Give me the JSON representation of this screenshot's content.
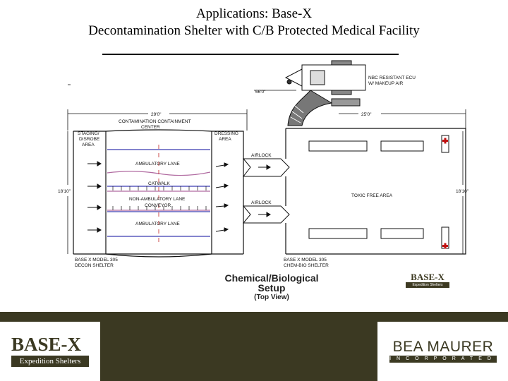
{
  "title": {
    "line1": "Applications: Base-X",
    "line2": "Decontamination Shelter with C/B Protected Medical Facility"
  },
  "diagram": {
    "ecu_label_1": "NBC RESISTANT ECU",
    "ecu_label_2": "W/ MAKEUP AIR",
    "dim_ecu": "66'0\"",
    "dim_decon": "29'0\"",
    "dim_cmu": "25'0\"",
    "dim_height_left": "18'10\"",
    "dim_height_right": "18'10\"",
    "containment_1": "CONTAMINATION CONTAINMENT",
    "containment_2": "CENTER",
    "staging_1": "STAGING/",
    "staging_2": "DISROBE",
    "staging_3": "AREA",
    "dressing_1": "DRESSING",
    "dressing_2": "AREA",
    "airlock_top": "AIRLOCK",
    "airlock_bottom": "AIRLOCK",
    "lane_1": "AMBULATORY LANE",
    "lane_2": "CATWALK",
    "lane_3_1": "NON-AMBULATORY LANE",
    "lane_3_2": "CONVEYOR",
    "lane_4": "AMBULATORY LANE",
    "toxic_free": "TOXIC FREE AREA",
    "decon_model_1": "BASE X MODEL 305",
    "decon_model_2": "DECON SHELTER",
    "cmu_model_1": "BASE X MODEL 305",
    "cmu_model_2": "CHEM-BIO SHELTER"
  },
  "setup": {
    "line1": "Chemical/Biological",
    "line2": "Setup",
    "sub": "(Top View)"
  },
  "small_logo": {
    "brand": "BASE-X",
    "tag": "Expedition Shelters"
  },
  "footer": {
    "basex_brand": "BASE-X",
    "basex_tag": "Expedition Shelters",
    "bea_name": "BEA MAURER",
    "bea_tag": "INCORPORATED"
  },
  "colors": {
    "footer_olive": "#3b3922",
    "lane_pink": "#b06aa0",
    "lane_blue": "#3a3ab0",
    "centerline_red": "#c02020",
    "medical_red": "#c01010"
  }
}
